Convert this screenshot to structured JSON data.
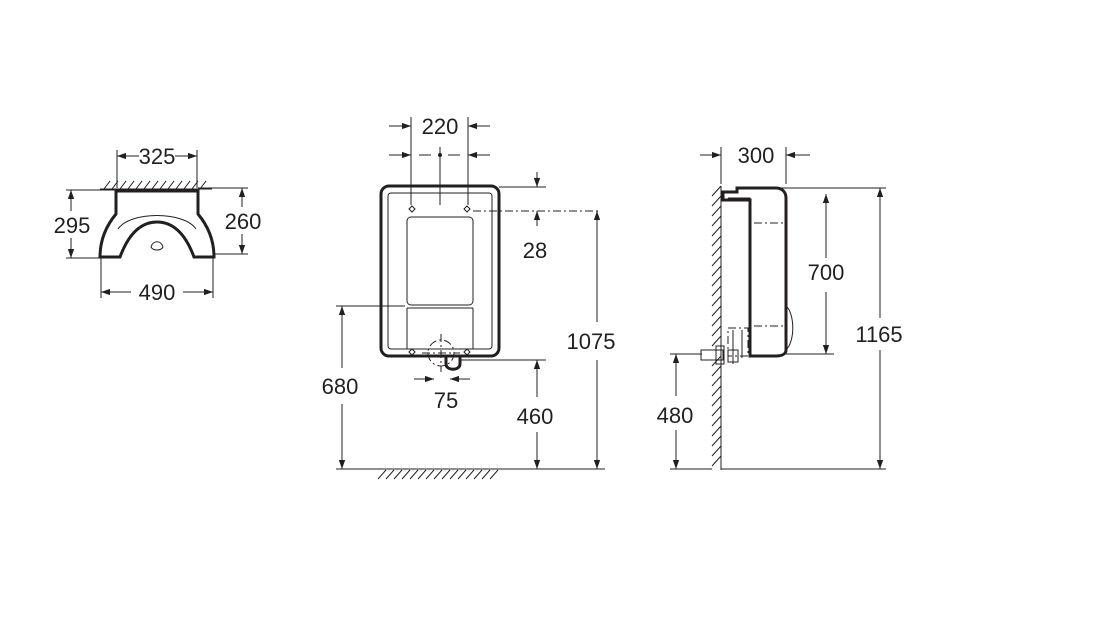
{
  "top_view": {
    "width_wall": "325",
    "depth_left": "295",
    "depth_right": "260",
    "width_front": "490"
  },
  "front_view": {
    "fixing_spacing": "220",
    "top_offset": "28",
    "outlet_diameter": "75",
    "total_height": "1075",
    "rim_height": "680",
    "outlet_height": "460"
  },
  "side_view": {
    "projection": "300",
    "body_height": "700",
    "overall_height": "1165",
    "inlet_height": "480"
  },
  "colors": {
    "ink": "#231f20",
    "background": "#ffffff"
  }
}
